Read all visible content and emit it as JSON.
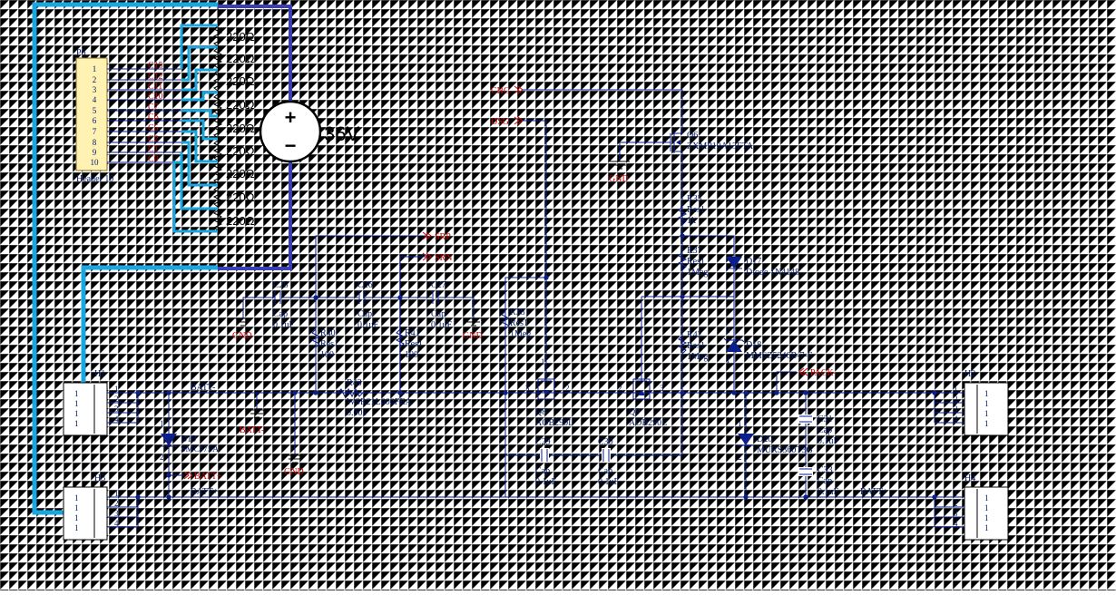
{
  "labels": {
    "p6": "P6",
    "header10": "Header 10",
    "p6_pins": [
      "1",
      "2",
      "3",
      "4",
      "5",
      "6",
      "7",
      "8",
      "9",
      "10"
    ],
    "p6_nets": [
      "C15",
      "C12",
      "C11",
      "C10",
      "C7",
      "C6",
      "C5",
      "C2",
      "C1",
      "C0"
    ],
    "res_220": [
      "220Ω",
      "220Ω",
      "220Ω",
      "220Ω",
      "220Ω",
      "220Ω",
      "220Ω",
      "220Ω",
      "220Ω"
    ],
    "battery_plus": "+",
    "battery_minus": "−",
    "voltage": "36V",
    "chg": "CHG",
    "dsg": "DSG",
    "srp": "SRP",
    "srn": "SRN",
    "pack_minus": "PACK-",
    "batt_minus": "BATT-",
    "batt_minus_gnd": "BATT-",
    "batt_plus_port": "BATT+",
    "batt_plus_left": "BATT+",
    "batt_plus_right": "BATT+",
    "gnd": "GND",
    "h1": "H1",
    "h2": "H2",
    "h3": "H3",
    "h4": "H4",
    "hpins": [
      "1",
      "2",
      "3",
      "4"
    ],
    "hpins_tall": [
      "1",
      "1",
      "1",
      "1"
    ],
    "c25": [
      "C25",
      "Cap",
      "0.1uF"
    ],
    "c26": [
      "C26",
      "Cap",
      "0.1uF"
    ],
    "c27": [
      "C27",
      "Cap",
      "0.1uF"
    ],
    "c29": [
      "C29",
      "Cap",
      "0.1uF"
    ],
    "c30": [
      "C30",
      "Cap",
      "0.1uF"
    ],
    "c31": [
      "C31",
      "Cap",
      "0.1uF"
    ],
    "c33": [
      "C33",
      "Cap",
      "0.1uF"
    ],
    "r35": [
      "R35",
      "Res1",
      "1k"
    ],
    "r37": [
      "R37",
      "Res1",
      "1Meg"
    ],
    "r38": [
      "R38",
      "Res1",
      "1Meg"
    ],
    "r40": [
      "R40",
      "Res1",
      "100"
    ],
    "r41": [
      "R41",
      "Res1",
      "100"
    ],
    "r42": [
      "R42",
      "Res1",
      "1Meg"
    ],
    "r43": [
      "R43",
      "WSR21L000FEA",
      "0.001"
    ],
    "q6": [
      "Q6",
      "ZXMP10A13FTA"
    ],
    "q8": [
      "Q8",
      "AOB290L"
    ],
    "q9": [
      "Q9",
      "AOB290L"
    ],
    "d17": [
      "D17",
      "Diode 1N4148"
    ],
    "d18": [
      "D18",
      "MMSZ5246B-7-F"
    ],
    "d19": [
      "D19",
      "SMCJ75A"
    ],
    "d20": [
      "D20",
      "MURS360T3G"
    ],
    "pin_1": "1",
    "pin_2": "2",
    "pin_3": "3"
  },
  "colors": {
    "wire": "#0a1e8c",
    "net_label": "#cc0000",
    "overlay_wire": "#1aa7e0",
    "overlay_box": "#3b3fb5",
    "connector_fill": "#fff2b3"
  }
}
